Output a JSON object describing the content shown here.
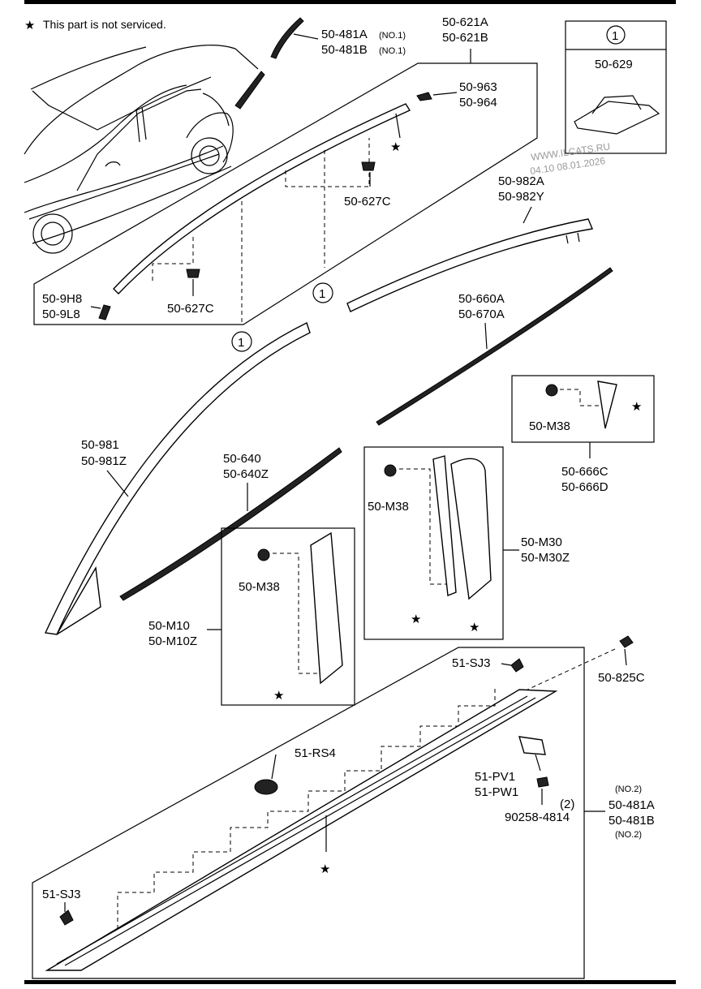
{
  "note": {
    "star": "★",
    "text": "This part is not serviced."
  },
  "watermark": {
    "line1": "WWW.ILCATS.RU",
    "line2": "04.10 08.01.2026"
  },
  "legend": {
    "circle_number": "1",
    "part": "50-629"
  },
  "callouts": {
    "c1": "1",
    "c2": "1"
  },
  "labels": {
    "p481_no1_a": "50-481A",
    "p481_no1_b": "50-481B",
    "no1": "(NO.1)",
    "p621a": "50-621A",
    "p621b": "50-621B",
    "p963": "50-963",
    "p964": "50-964",
    "p627c_a": "50-627C",
    "p627c_b": "50-627C",
    "p9h8": "50-9H8",
    "p9l8": "50-9L8",
    "p982a": "50-982A",
    "p982y": "50-982Y",
    "p660a": "50-660A",
    "p670a": "50-670A",
    "p981": "50-981",
    "p981z": "50-981Z",
    "p640": "50-640",
    "p640z": "50-640Z",
    "pm38_a": "50-M38",
    "pm38_b": "50-M38",
    "pm38_c": "50-M38",
    "p666c": "50-666C",
    "p666d": "50-666D",
    "pm30": "50-M30",
    "pm30z": "50-M30Z",
    "pm10": "50-M10",
    "pm10z": "50-M10Z",
    "p825c": "50-825C",
    "sj3_a": "51-SJ3",
    "sj3_b": "51-SJ3",
    "rs4": "51-RS4",
    "pv1": "51-PV1",
    "pw1": "51-PW1",
    "p90258": "90258-4814",
    "qty2": "(2)",
    "no2_top": "(NO.2)",
    "p481a_no2": "50-481A",
    "p481b_no2": "50-481B",
    "no2_bot": "(NO.2)"
  },
  "stars": [
    "★",
    "★",
    "★",
    "★",
    "★",
    "★",
    "★"
  ]
}
